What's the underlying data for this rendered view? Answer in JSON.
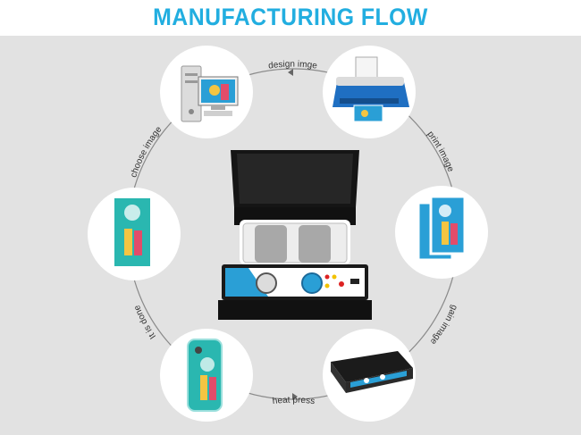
{
  "header": {
    "title": "MANUFACTURING FLOW"
  },
  "steps": [
    {
      "id": "design",
      "label": "design imge",
      "icon": "computer-icon"
    },
    {
      "id": "print",
      "label": "print image",
      "icon": "printer-icon"
    },
    {
      "id": "gain",
      "label": "gain image",
      "icon": "printed-sheets-icon"
    },
    {
      "id": "press",
      "label": "heat press",
      "icon": "heat-press-machine-icon"
    },
    {
      "id": "done",
      "label": "It is done",
      "icon": "phone-case-icon"
    },
    {
      "id": "choose",
      "label": "choose image",
      "icon": "artwork-card-icon"
    }
  ],
  "center": {
    "icon": "3d-vacuum-heat-press-icon"
  },
  "colors": {
    "title": "#22aee0",
    "panel": "#e2e2e2",
    "ring": "#ffffff",
    "accent": "#2a9fd6"
  }
}
